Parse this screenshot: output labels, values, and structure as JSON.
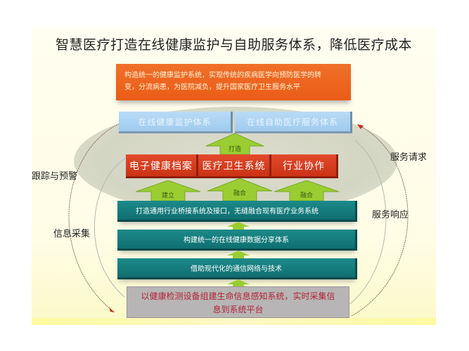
{
  "title": "智慧医疗打造在线健康监护与自助服务体系，降低医疗成本",
  "top_goal": {
    "line1": "构造统一的健康监护系统，实现传统的疾病医学向预防医学的转",
    "line2": "变，分流病患，为医院减负，提升国家医疗卫生服务水平",
    "color": "#ea5c17"
  },
  "systems": [
    {
      "label": "在线健康监护体系"
    },
    {
      "label": "在线自助医疗服务体系"
    }
  ],
  "arrow_build": {
    "label": "打造"
  },
  "modules": [
    {
      "label": "电子健康档案"
    },
    {
      "label": "医疗卫生系统"
    },
    {
      "label": "行业协作"
    }
  ],
  "arrows_mid": [
    {
      "label": "建立"
    },
    {
      "label": "融合"
    },
    {
      "label": "融合"
    }
  ],
  "layers": [
    {
      "label": "打造通用行业桥接系统及接口，无缝融合现有医疗业务系统"
    },
    {
      "label": "构建统一的在线健康数据分享体系"
    },
    {
      "label": "借助现代化的通信网络与技术"
    }
  ],
  "foundation": {
    "line1": "以健康检测设备组建生命信息感知系统，实时采集信",
    "line2": "息到系统平台"
  },
  "side_labels": {
    "left_outer": "跟踪与预警",
    "left_inner": "信息采集",
    "right_outer": "服务请求",
    "right_inner": "服务响应"
  },
  "colors": {
    "orange": "#ea5c17",
    "blue": "#a8d0f0",
    "red": "#d83a1f",
    "green_arrow": "#9acd32",
    "teal": "#137575",
    "grey": "#b7b5b5",
    "foundation_text": "#b3233a"
  }
}
